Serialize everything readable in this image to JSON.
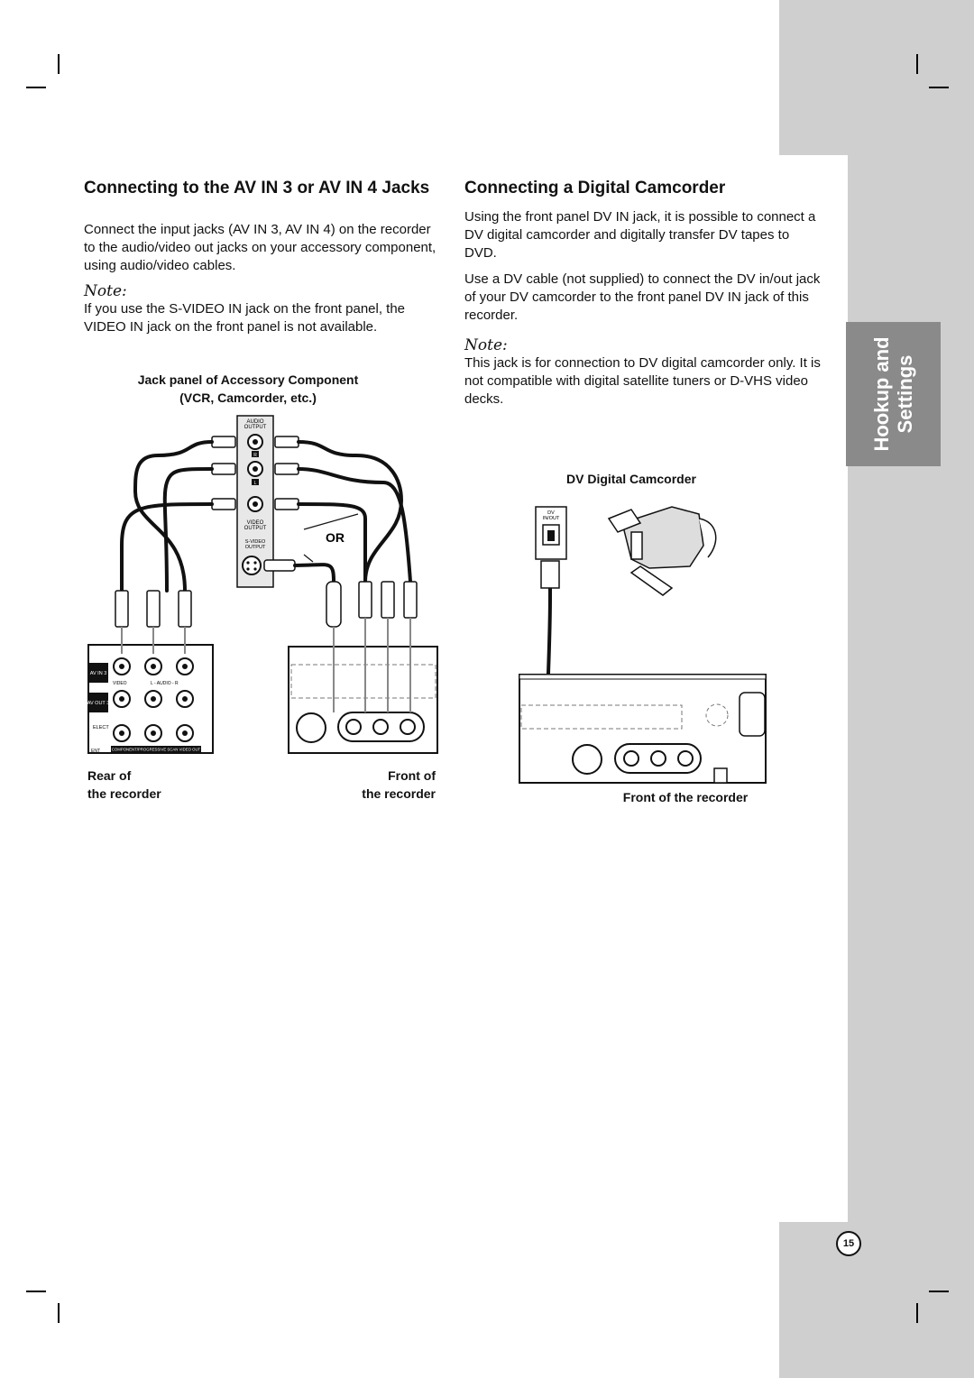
{
  "left": {
    "heading": "Connecting to the AV IN 3 or AV IN 4 Jacks",
    "intro": "Connect the input jacks (AV IN 3, AV IN 4) on the recorder to the audio/video out jacks on your accessory component, using audio/video cables.",
    "note_label": "Note:",
    "note_text": "If you use the S-VIDEO IN jack on the front panel, the VIDEO IN jack on the front panel is not available.",
    "figure_title_line1": "Jack panel of Accessory Component",
    "figure_title_line2": "(VCR, Camcorder, etc.)",
    "jack_labels": {
      "audio_output_1": "AUDIO",
      "audio_output_2": "OUTPUT",
      "r": "R",
      "l": "L",
      "video_output_1": "VIDEO",
      "video_output_2": "OUTPUT",
      "svideo_output_1": "S-VIDEO",
      "svideo_output_2": "OUTPUT",
      "or": "OR"
    },
    "rear_panel_labels": {
      "av_in_3": "AV IN 3",
      "av_out_3": "AV OUT 3",
      "video": "VIDEO",
      "audio": "L - AUDIO - R",
      "component": "COMPONENT/PROGRESSIVE SCAN VIDEO OUT",
      "select": "ELECT",
      "ent": "ENT"
    },
    "rear_caption_1": "Rear of",
    "rear_caption_2": "the recorder",
    "front_caption_1": "Front of",
    "front_caption_2": "the recorder"
  },
  "right": {
    "heading": "Connecting a Digital Camcorder",
    "para1": "Using the front panel DV IN jack, it is possible to connect a DV digital camcorder and digitally transfer DV tapes to DVD.",
    "para2": "Use a DV cable (not supplied) to connect the DV in/out jack of your DV camcorder to the front panel DV IN jack of this recorder.",
    "note_label": "Note:",
    "note_text": "This jack is for connection to DV digital camcorder only. It is not compatible with digital satellite tuners or D-VHS video decks.",
    "figure_title": "DV Digital Camcorder",
    "dv_label_1": "DV",
    "dv_label_2": "IN/OUT",
    "front_caption": "Front of the recorder"
  },
  "side_tab": {
    "line1": "Hookup and",
    "line2": "Settings"
  },
  "page_number": "15"
}
